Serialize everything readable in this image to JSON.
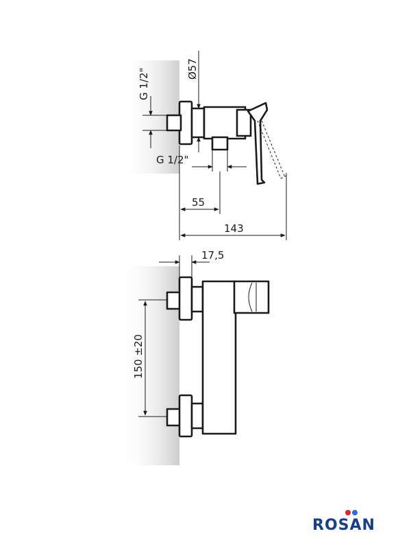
{
  "dimensions": {
    "top_view": {
      "thread_vertical": "G 1/2\"",
      "diameter": "Ø57",
      "thread_horizontal": "G 1/2\"",
      "offset_short": "55",
      "overall_length": "143"
    },
    "front_view": {
      "depth": "17,5",
      "spacing": "150 ±20"
    }
  },
  "brand": {
    "name": "ROSAN",
    "colors": {
      "text": "#173f8a",
      "dot_red": "#e02626",
      "dot_blue": "#2a6fd6"
    }
  },
  "colors": {
    "line": "#1a1a1a",
    "wall_shade": "#d9d9d9"
  }
}
